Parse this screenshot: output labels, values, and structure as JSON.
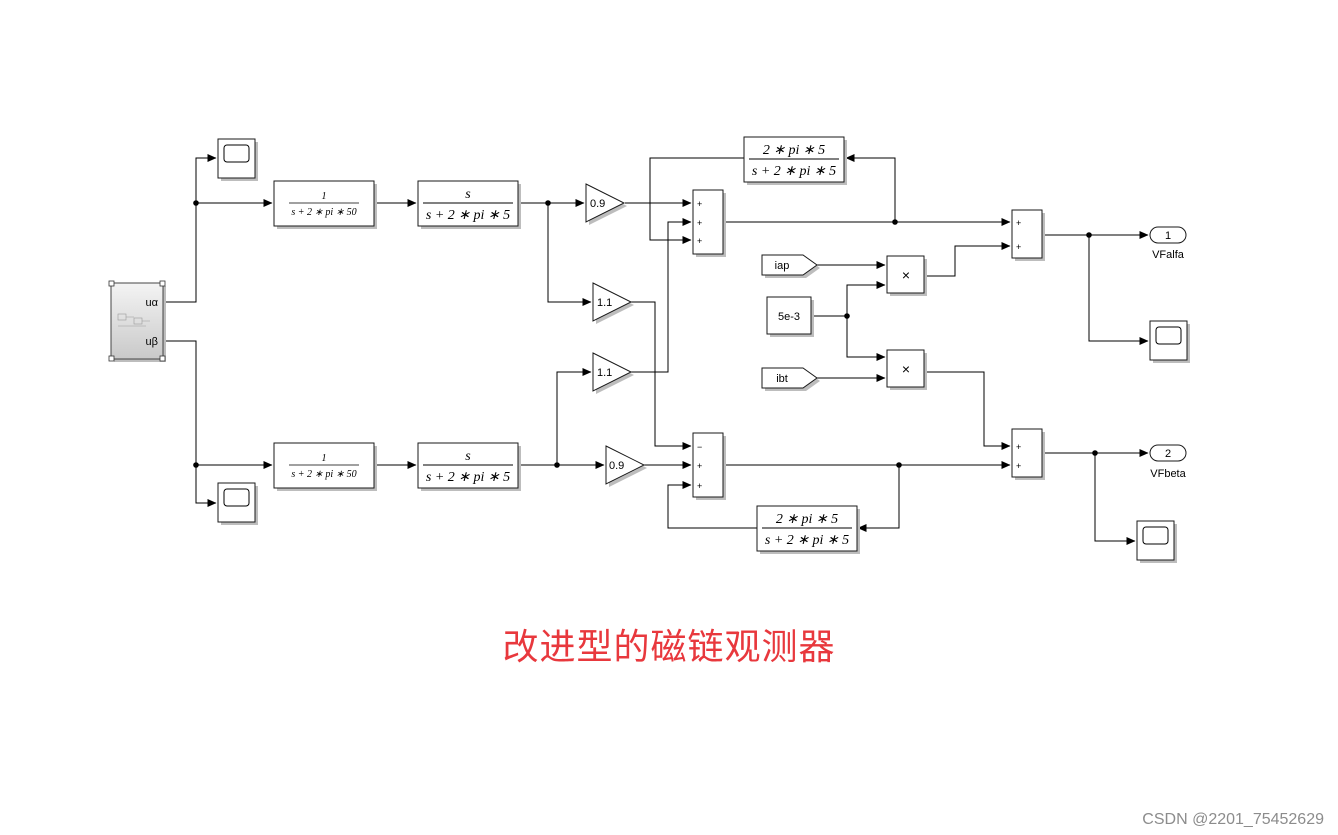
{
  "blocks": {
    "subsystem": {
      "port_u_alpha": "uα",
      "port_u_beta": "uβ"
    },
    "tf_lp": {
      "num": "1",
      "den": "s + 2 ∗ pi ∗ 50"
    },
    "tf_hp": {
      "num": "s",
      "den": "s + 2 ∗ pi ∗ 5"
    },
    "tf_fb": {
      "num": "2 ∗ pi ∗ 5",
      "den": "s + 2 ∗ pi ∗ 5"
    },
    "gain_09": "0.9",
    "gain_11": "1.1",
    "const_5e3": "5e-3",
    "goto_iap": "iap",
    "goto_ibt": "ibt",
    "product_sign": "×",
    "sum_signs_top": [
      "+",
      "+",
      "+"
    ],
    "sum_signs_bot": [
      "−",
      "+",
      "+"
    ],
    "sum2_signs": [
      "+",
      "+"
    ],
    "outport_1": {
      "number": "1",
      "name": "VFalfa"
    },
    "outport_2": {
      "number": "2",
      "name": "VFbeta"
    }
  },
  "caption": "改进型的磁链观测器",
  "watermark": "CSDN @2201_75452629"
}
